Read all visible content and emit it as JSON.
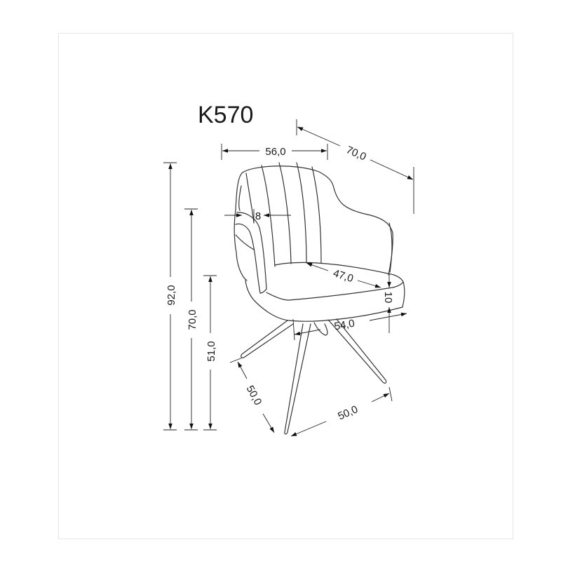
{
  "title": "K570",
  "dimensions": {
    "total_height": "92,0",
    "armrest_height": "70,0",
    "seat_height": "51,0",
    "width": "56,0",
    "depth": "70,0",
    "armrest_width": "8",
    "seat_depth": "47,0",
    "seat_thickness": "10",
    "seat_width": "54,0",
    "base_depth": "50,0",
    "base_width": "50,0"
  }
}
